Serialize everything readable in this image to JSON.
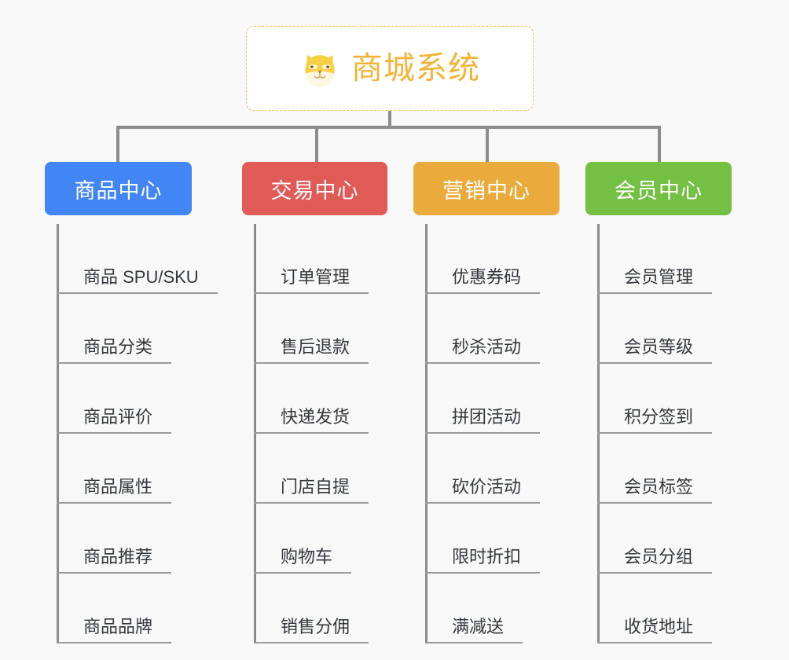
{
  "page": {
    "background_color": "#f8f8f8",
    "connector_color": "#8c8c8c",
    "leaf_line_color": "#9a9a9a",
    "leaf_text_color": "#33373d"
  },
  "root": {
    "title": "商城系统",
    "icon": "shiba-dog-face-icon",
    "title_color": "#f2b336",
    "border_color": "#f0c060",
    "background_color": "#ffffff"
  },
  "columns": [
    {
      "id": "product-center",
      "title": "商品中心",
      "color": "#4285f4",
      "items": [
        "商品 SPU/SKU",
        "商品分类",
        "商品评价",
        "商品属性",
        "商品推荐",
        "商品品牌"
      ]
    },
    {
      "id": "trade-center",
      "title": "交易中心",
      "color": "#e05b56",
      "items": [
        "订单管理",
        "售后退款",
        "快递发货",
        "门店自提",
        "购物车",
        "销售分佣"
      ]
    },
    {
      "id": "marketing-center",
      "title": "营销中心",
      "color": "#eaab3c",
      "items": [
        "优惠券码",
        "秒杀活动",
        "拼团活动",
        "砍价活动",
        "限时折扣",
        "满减送"
      ]
    },
    {
      "id": "member-center",
      "title": "会员中心",
      "color": "#73c043",
      "items": [
        "会员管理",
        "会员等级",
        "积分签到",
        "会员标签",
        "会员分组",
        "收货地址"
      ]
    }
  ]
}
